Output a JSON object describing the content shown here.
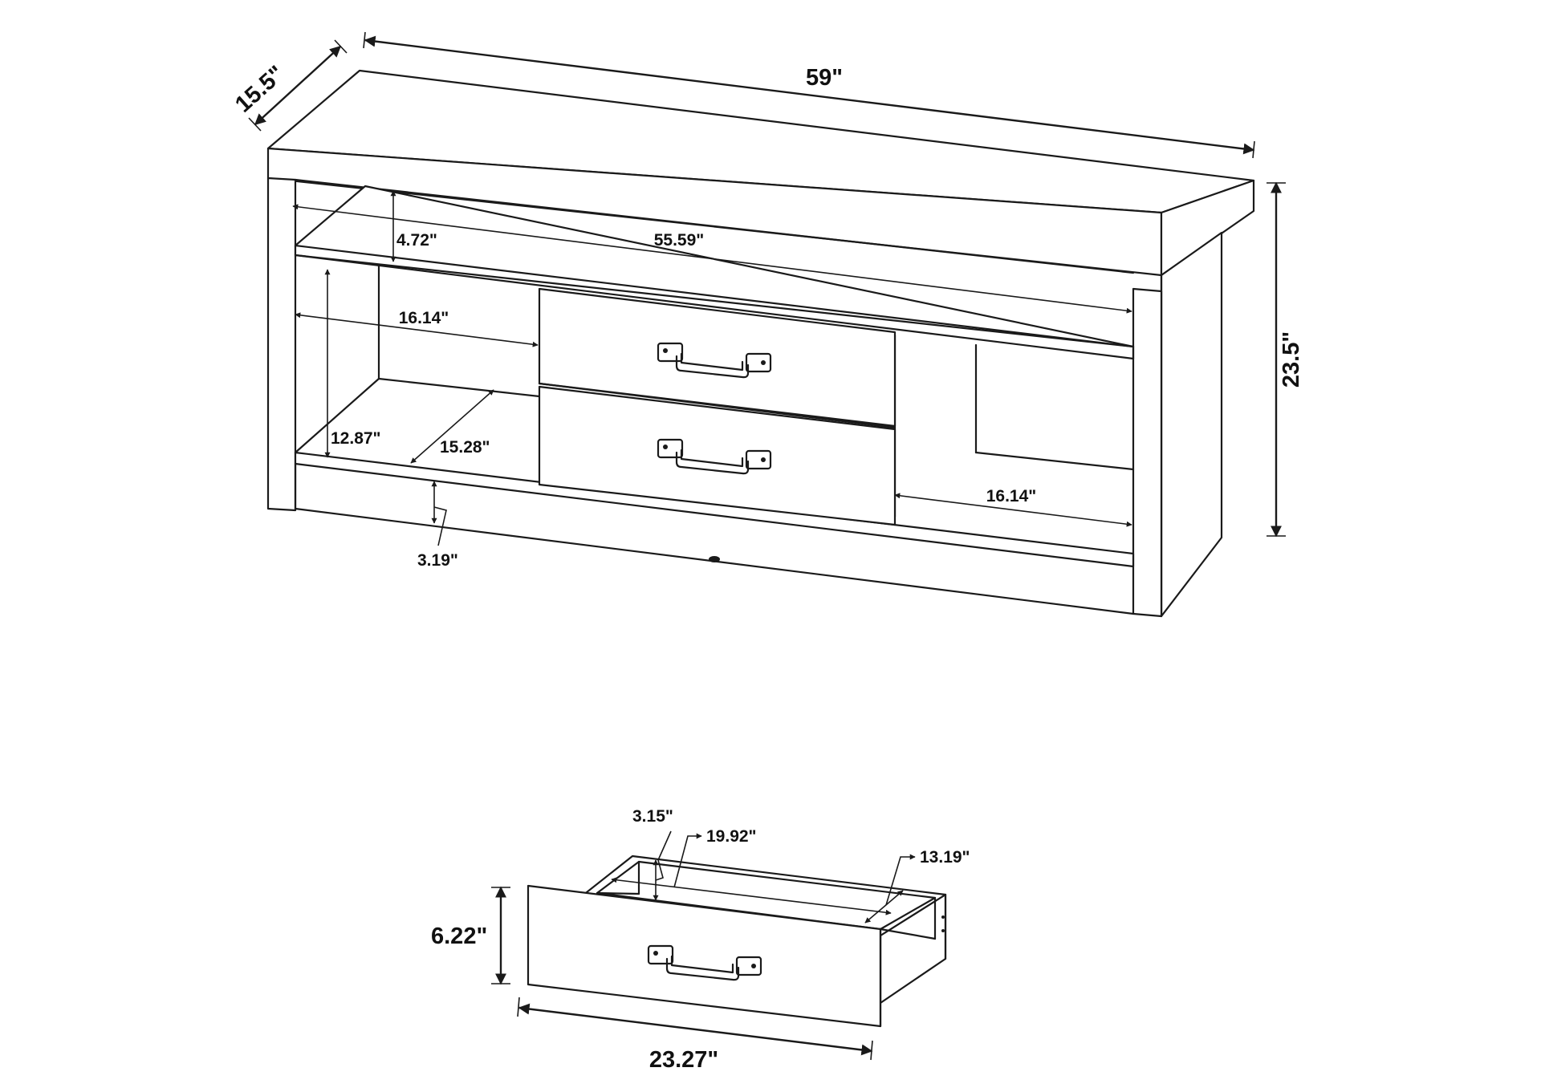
{
  "console": {
    "depth": "15.5\"",
    "width": "59\"",
    "height": "23.5\"",
    "top_shelf_clearance": "4.72\"",
    "inner_width": "55.59\"",
    "left_opening_width": "16.14\"",
    "opening_height": "12.87\"",
    "opening_depth": "15.28\"",
    "right_opening_width": "16.14\"",
    "base_clearance": "3.19\""
  },
  "drawer": {
    "inner_height": "3.15\"",
    "inner_width": "19.92\"",
    "inner_depth": "13.19\"",
    "front_height": "6.22\"",
    "front_width": "23.27\""
  }
}
